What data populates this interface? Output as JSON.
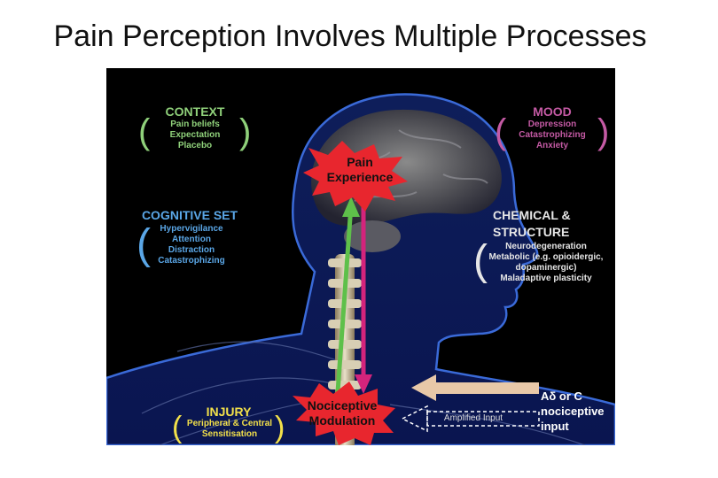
{
  "title": "Pain Perception Involves Multiple Processes",
  "colors": {
    "context": "#8fd07a",
    "mood": "#c45aa4",
    "cognitive": "#5aa6e6",
    "chemical": "#e6e6e6",
    "injury": "#f2e04a",
    "burst": "#e8262e",
    "green_arrow": "#5ec04a",
    "magenta_arrow": "#d4247c",
    "input_arrow": "#e8c8a8"
  },
  "context": {
    "heading": "CONTEXT",
    "items": [
      "Pain beliefs",
      "Expectation",
      "Placebo"
    ]
  },
  "mood": {
    "heading": "MOOD",
    "items": [
      "Depression",
      "Catastrophizing",
      "Anxiety"
    ]
  },
  "cognitive_set": {
    "heading": "COGNITIVE SET",
    "items": [
      "Hypervigilance",
      "Attention",
      "Distraction",
      "Catastrophizing"
    ]
  },
  "chemical": {
    "heading_line1": "CHEMICAL &",
    "heading_line2": "STRUCTURE",
    "items": [
      "Neurodegeneration",
      "Metabolic (e.g. opioidergic,",
      "dopaminergic)",
      "Maladaptive plasticity"
    ]
  },
  "pain_experience": {
    "line1": "Pain",
    "line2": "Experience"
  },
  "nociceptive_modulation": {
    "line1": "Nociceptive",
    "line2": "Modulation"
  },
  "injury": {
    "heading": "INJURY",
    "items": [
      "Peripheral & Central",
      "Sensitisation"
    ]
  },
  "input": {
    "line1": "Aδ or C",
    "line2": "nociceptive",
    "line3": "input"
  },
  "amplified_input": "Amplified Input"
}
